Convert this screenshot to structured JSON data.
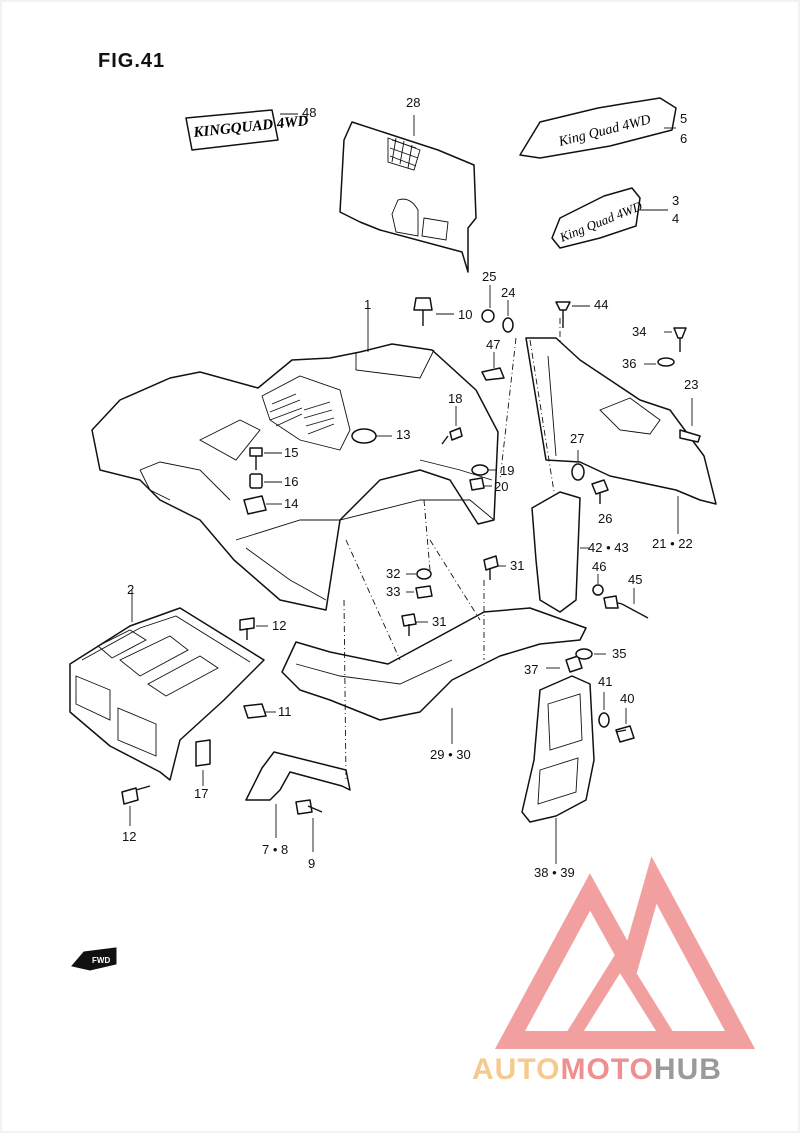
{
  "figure": {
    "title": "FIG.41"
  },
  "callouts": {
    "c48": "48",
    "c28": "28",
    "c5": "5",
    "c6": "6",
    "c3": "3",
    "c4": "4",
    "c25": "25",
    "c24": "24",
    "c10": "10",
    "c44": "44",
    "c1": "1",
    "c34": "34",
    "c36": "36",
    "c47": "47",
    "c23": "23",
    "c18": "18",
    "c13": "13",
    "c27": "27",
    "c15": "15",
    "c19": "19",
    "c16": "16",
    "c20": "20",
    "c14": "14",
    "c26": "26",
    "c21_22": "21 • 22",
    "c42_43": "42 • 43",
    "c32": "32",
    "c31a": "31",
    "c33": "33",
    "c46": "46",
    "c45": "45",
    "c2": "2",
    "c12a": "12",
    "c31b": "31",
    "c35": "35",
    "c37": "37",
    "c41": "41",
    "c40": "40",
    "c11": "11",
    "c29_30": "29 • 30",
    "c17": "17",
    "c12b": "12",
    "c7_8": "7 • 8",
    "c9": "9",
    "c38_39": "38 • 39"
  },
  "labels": {
    "decal_48": "KINGQUAD 4WD",
    "decal_56": "King Quad 4WD",
    "decal_34": "King Quad 4WD",
    "fwd": "FWD"
  },
  "watermark": {
    "part1": "AUTO",
    "part2": "MOTO",
    "part3": "HUB"
  },
  "colors": {
    "line": "#111111",
    "wm_orange": "#f6c98f",
    "wm_red": "#f08f8f",
    "wm_gray": "#9a9a9a"
  }
}
